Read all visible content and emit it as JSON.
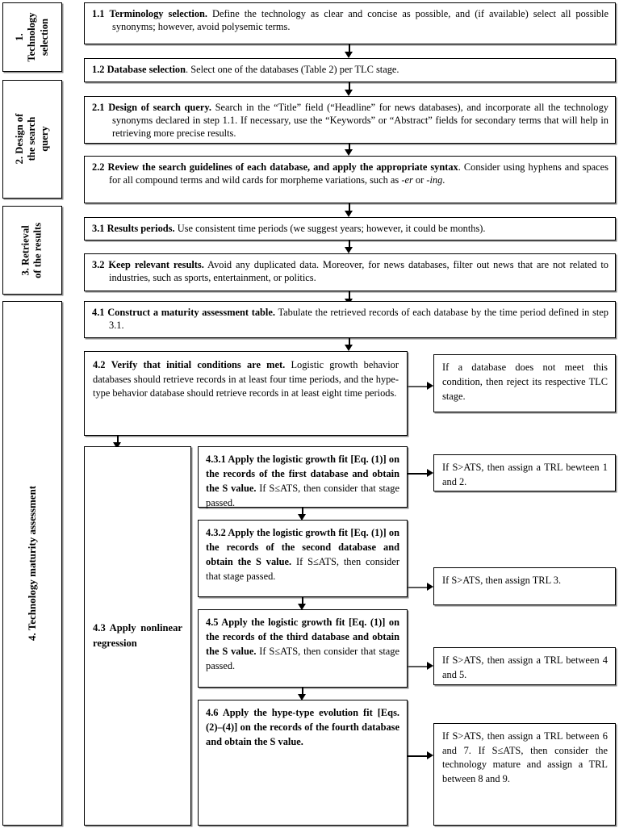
{
  "diagram": {
    "title": "Technology maturity assessment methodology flowchart",
    "stages": [
      {
        "id": "stage-1",
        "label": "1. Technology selection"
      },
      {
        "id": "stage-2",
        "label": "2. Design of the search query"
      },
      {
        "id": "stage-3",
        "label": "3. Retrieval of the results"
      },
      {
        "id": "stage-4",
        "label": "4. Technology maturity assessment"
      }
    ],
    "steps": {
      "s11": {
        "number": "1.1",
        "bold": "Terminology selection.",
        "rest": " Define the technology as clear and concise as possible, and (if available) select all possible synonyms; however, avoid polysemic terms."
      },
      "s12": {
        "number": "1.2",
        "bold": "Database selection",
        "rest": ". Select one of the databases (Table 2) per TLC stage."
      },
      "s21": {
        "number": "2.1",
        "bold": "Design of search query.",
        "rest": " Search in the “Title” field (“Headline” for news databases), and incorporate all the technology synonyms declared in step 1.1. If necessary, use the “Keywords” or “Abstract” fields for secondary terms that will help in retrieving more precise results."
      },
      "s22": {
        "number": "2.2",
        "bold": "Review the search guidelines of each database, and apply the appropriate syntax",
        "rest": ". Consider using hyphens and spaces for all compound terms and wild cards for morpheme variations, such as ",
        "italic1": "-er",
        "mid": " or ",
        "italic2": "-ing",
        "tail": "."
      },
      "s31": {
        "number": "3.1",
        "bold": "Results periods.",
        "rest": " Use consistent time periods (we suggest years; however, it could be months)."
      },
      "s32": {
        "number": "3.2",
        "bold": "Keep relevant results.",
        "rest": " Avoid any duplicated data. Moreover, for news databases, filter out news that are not related to industries, such as sports, entertainment, or politics."
      },
      "s41": {
        "number": "4.1",
        "bold": "Construct a maturity assessment table.",
        "rest": " Tabulate the retrieved records of each database by the time period defined in step 3.1."
      },
      "s42": {
        "number": "4.2",
        "bold": "Verify that initial conditions are met.",
        "rest": " Logistic growth behavior databases should retrieve records in at least four time periods, and the hype-type behavior database should retrieve records in at least eight time periods."
      },
      "s43": {
        "label": "4.3    Apply nonlinear regression"
      },
      "s431": {
        "bold": "4.3.1 Apply the logistic growth fit [Eq. (1)] on the records of the first database and obtain the S value.",
        "rest": " If S≤ATS, then consider that stage passed."
      },
      "s432": {
        "bold": "4.3.2 Apply the logistic growth fit [Eq. (1)] on the records of the second database and obtain the S value.",
        "rest": " If S≤ATS, then consider that stage passed."
      },
      "s45": {
        "bold": "4.5 Apply the logistic growth fit [Eq. (1)] on the records of the third database and obtain the S value.",
        "rest": " If S≤ATS, then consider that stage passed."
      },
      "s46": {
        "bold": "4.6 Apply the hype-type evolution fit [Eqs. (2)–(4)] on the records of the fourth database and obtain the S value.",
        "rest": ""
      }
    },
    "outcomes": {
      "o42": "If a database does not meet this condition, then reject its respective TLC stage.",
      "o431": "If S>ATS, then assign a TRL bewteen 1 and 2.",
      "o432": "If S>ATS, then assign TRL 3.",
      "o45": "If S>ATS, then assign a TRL between 4 and 5.",
      "o46_line1": "If S>ATS, then assign a TRL between 6 and 7.",
      "o46_line2": "If S≤ATS, then consider the technology mature and assign a TRL between 8 and 9."
    },
    "colors": {
      "stroke": "#000000",
      "shadow": "#8a8a8a",
      "background": "#ffffff",
      "connector": "#000000"
    }
  }
}
